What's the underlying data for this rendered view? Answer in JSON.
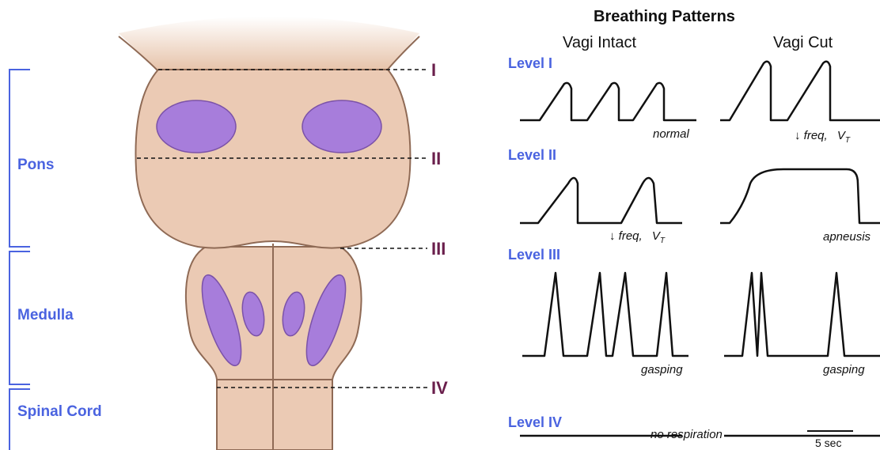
{
  "title": "Breathing Patterns",
  "columns": {
    "intact": "Vagi Intact",
    "cut": "Vagi Cut"
  },
  "regions": {
    "pons": "Pons",
    "medulla": "Medulla",
    "spinal": "Spinal Cord"
  },
  "cuts": {
    "i": "I",
    "ii": "II",
    "iii": "III",
    "iv": "IV"
  },
  "levels": {
    "l1": "Level I",
    "l2": "Level II",
    "l3": "Level III",
    "l4": "Level IV"
  },
  "notes": {
    "l1_intact": "normal",
    "l1_cut_arrow": "↓ freq,",
    "l2_intact_arrow": "↓ freq,",
    "vt_v": "V",
    "vt_sub": "T",
    "l2_cut": "apneusis",
    "l3_intact": "gasping",
    "l3_cut": "gasping",
    "l4": "no respiration",
    "scale": "5 sec"
  },
  "colors": {
    "tissue": "#ebcab4",
    "tissue_stroke": "#8f6a55",
    "nuclei": "#a77ddb",
    "label_blue": "#4a63e0",
    "roman": "#6a1f4c"
  }
}
